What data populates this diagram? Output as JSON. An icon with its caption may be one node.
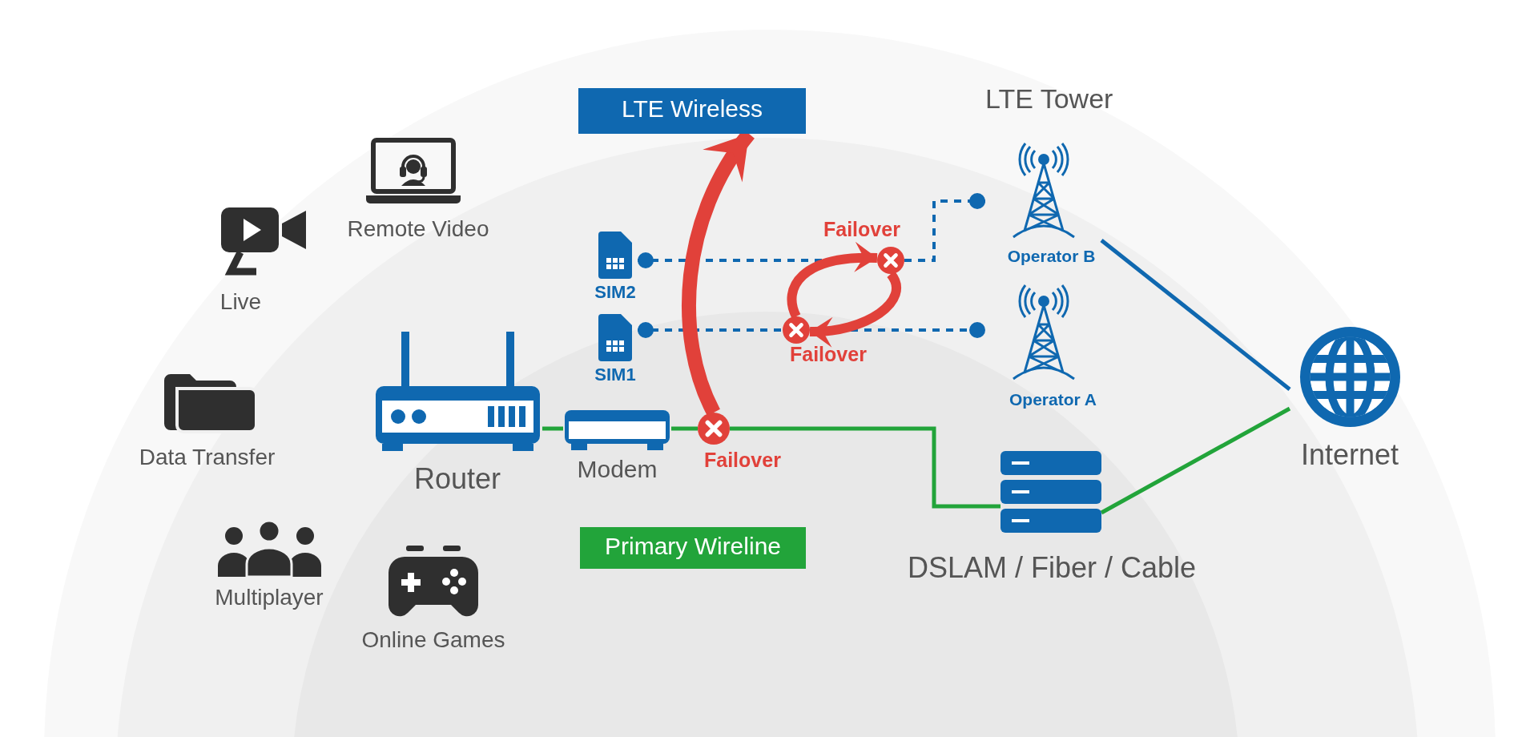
{
  "diagram": {
    "nodes": [
      {
        "text": [
          "LTE Wireless"
        ]
      },
      {
        "text": [
          "Remote Video"
        ]
      },
      {
        "text": [
          "Live"
        ]
      },
      {
        "text": [
          "SIM2"
        ]
      },
      {
        "text": [
          "Operator B"
        ]
      },
      {
        "text": [
          "SIM1"
        ]
      },
      {
        "text": [
          "Operator A"
        ]
      },
      {
        "text": [
          "Internet"
        ]
      },
      {
        "text": [
          "Data Transfer"
        ]
      },
      {
        "text": [
          "Router"
        ]
      },
      {
        "text": [
          "Modem"
        ]
      },
      {
        "text": [],
        "shape": "picture",
        "beside": [
          "DSLAM / Fiber / Cable"
        ]
      },
      {
        "text": [
          "Multiplayer"
        ]
      },
      {
        "text": [
          "Online Games"
        ]
      },
      {
        "text": [
          "Primary Wireline"
        ]
      },
      {
        "text": [],
        "shape": "circle",
        "beside": [
          "Failover"
        ]
      },
      {
        "text": [],
        "shape": "circle",
        "beside": [
          "Failover"
        ]
      },
      {
        "text": [],
        "shape": "circle",
        "beside": [
          "Failover"
        ]
      }
    ],
    "edges": [
      {
        "from": 9,
        "to": 10,
        "arrow": "none",
        "color": "#22a43a"
      },
      {
        "from": 10,
        "to": 15,
        "arrow": "none",
        "color": "#22a43a"
      },
      {
        "from": 15,
        "to": 11,
        "arrow": "none",
        "color": "#22a43a"
      },
      {
        "from": 11,
        "to": 7,
        "arrow": "none",
        "color": "#22a43a"
      },
      {
        "from": 4,
        "to": 7,
        "arrow": "none",
        "color": "#0f68b0"
      },
      {
        "from": 3,
        "to": 17,
        "arrow": "other",
        "style": "dashed",
        "color": "#0f68b0"
      },
      {
        "from": 17,
        "to": 4,
        "arrow": "other",
        "style": "dashed",
        "color": "#0f68b0"
      },
      {
        "from": 5,
        "to": 16,
        "arrow": "other",
        "style": "dashed",
        "color": "#0f68b0"
      },
      {
        "from": 16,
        "to": 6,
        "arrow": "other",
        "style": "dashed",
        "color": "#0f68b0"
      },
      {
        "from": 15,
        "to": 0,
        "arrow": "to",
        "style": "thick",
        "color": "#e1413a"
      },
      {
        "from": 16,
        "to": 17,
        "arrow": "to",
        "style": "thick",
        "color": "#e1413a"
      },
      {
        "from": 17,
        "to": 16,
        "arrow": "to",
        "style": "thick",
        "color": "#e1413a"
      }
    ],
    "labels": [
      "LTE Tower"
    ]
  }
}
